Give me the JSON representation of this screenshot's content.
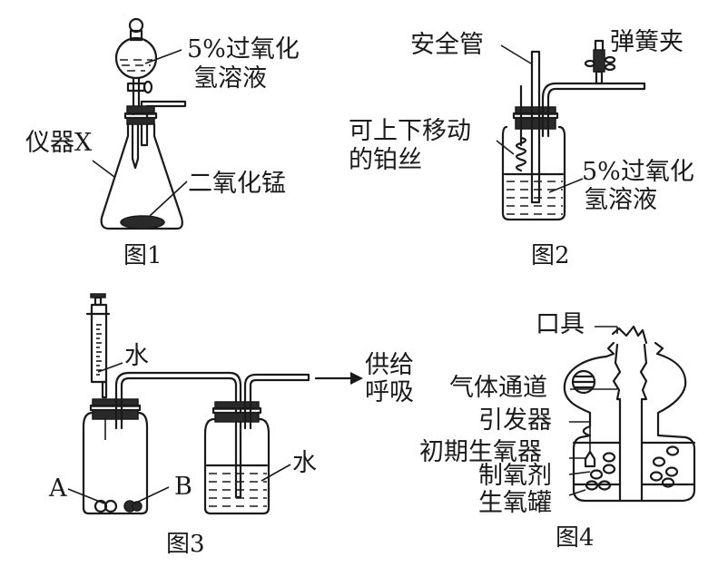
{
  "figure1": {
    "caption": "图1",
    "labels": {
      "solution_line1": "5%过氧化",
      "solution_line2": "氢溶液",
      "instrument": "仪器X",
      "catalyst": "二氧化锰"
    }
  },
  "figure2": {
    "caption": "图2",
    "labels": {
      "safety_tube": "安全管",
      "spring_clamp": "弹簧夹",
      "platinum_line1": "可上下移动",
      "platinum_line2": "的铂丝",
      "solution_line1": "5%过氧化",
      "solution_line2": "氢溶液"
    }
  },
  "figure3": {
    "caption": "图3",
    "labels": {
      "syringe_water": "水",
      "bottle_water": "水",
      "pellet_a": "A",
      "pellet_b": "B",
      "output_line1": "供给",
      "output_line2": "呼吸"
    }
  },
  "figure4": {
    "caption": "图4",
    "labels": {
      "mouthpiece": "口具",
      "gas_channel": "气体通道",
      "initiator": "引发器",
      "initial_generator": "初期生氧器",
      "oxygen_agent": "制氧剂",
      "oxygen_canister": "生氧罐"
    }
  }
}
